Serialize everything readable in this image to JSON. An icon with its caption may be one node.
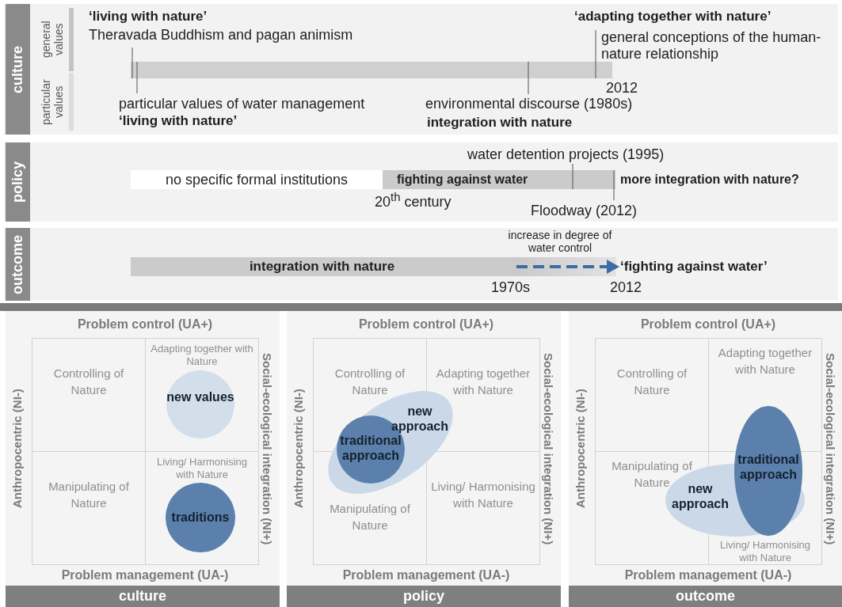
{
  "diagram": {
    "nodes": [
      {
        "text": [
          "culture"
        ]
      },
      {
        "text": [],
        "shape": "bar",
        "in": 0
      },
      {
        "text": [
          "policy"
        ]
      },
      {
        "text": [
          "no specific formal institutions"
        ],
        "in": 2
      },
      {
        "text": [
          "fighting against water"
        ],
        "in": 2
      },
      {
        "text": [
          "outcome"
        ]
      },
      {
        "text": [
          "integration with nature"
        ],
        "in": 5
      },
      {
        "text": [
          "Problem control (UA+)",
          "Anthropocentric (NI-)",
          "Social-ecological integration (NI+)",
          "Problem management (UA-)",
          "culture"
        ]
      },
      {
        "text": [
          "Controlling of Nature"
        ],
        "in": 7
      },
      {
        "text": [
          "Adapting together with Nature"
        ],
        "in": 7
      },
      {
        "text": [
          "Manipulating of Nature"
        ],
        "in": 7
      },
      {
        "text": [
          "Living/ Harmonising with Nature"
        ],
        "in": 7
      },
      {
        "text": [
          "new values"
        ],
        "in": 7
      },
      {
        "text": [
          "traditions"
        ],
        "in": 7
      },
      {
        "text": [
          "Problem control (UA+)",
          "Anthropocentric (NI-)",
          "Social-ecological integration (NI+)",
          "Problem management (UA-)",
          "policy"
        ]
      },
      {
        "text": [
          "Controlling of Nature"
        ],
        "in": 14
      },
      {
        "text": [
          "Adapting together with Nature"
        ],
        "in": 14
      },
      {
        "text": [
          "Manipulating of Nature"
        ],
        "in": 14
      },
      {
        "text": [
          "Living/ Harmonising with Nature"
        ],
        "in": 14
      },
      {
        "text": [
          "new approach"
        ],
        "in": 14
      },
      {
        "text": [
          "traditional approach"
        ],
        "in": 19
      },
      {
        "text": [
          "Problem control (UA+)",
          "Anthropocentric (NI-)",
          "Social-ecological integration (NI+)",
          "Problem management (UA-)",
          "outcome"
        ]
      },
      {
        "text": [
          "Controlling of Nature"
        ],
        "in": 21
      },
      {
        "text": [
          "Adapting together with Nature"
        ],
        "in": 21
      },
      {
        "text": [
          "Manipulating of Nature"
        ],
        "in": 21
      },
      {
        "text": [
          "Living/ Harmonising with Nature"
        ],
        "in": 21
      },
      {
        "text": [
          "traditional approach"
        ],
        "in": 21
      },
      {
        "text": [
          "new approach"
        ],
        "in": 21
      }
    ],
    "labels": [
      "general values",
      "particular values",
      "‘living with nature’",
      "Theravada Buddhism and pagan animism",
      "‘adapting together with nature’",
      "general conceptions of the human-nature relationship",
      "2012",
      "particular values of water management",
      "‘living with nature’",
      "environmental discourse (1980s)",
      "integration with nature",
      "water detention projects (1995)",
      "more integration with nature?",
      "20$^{th}$ century",
      "Floodway (2012)",
      "increase in degree of water control",
      "‘fighting against water’",
      "1970s",
      "2012"
    ]
  }
}
